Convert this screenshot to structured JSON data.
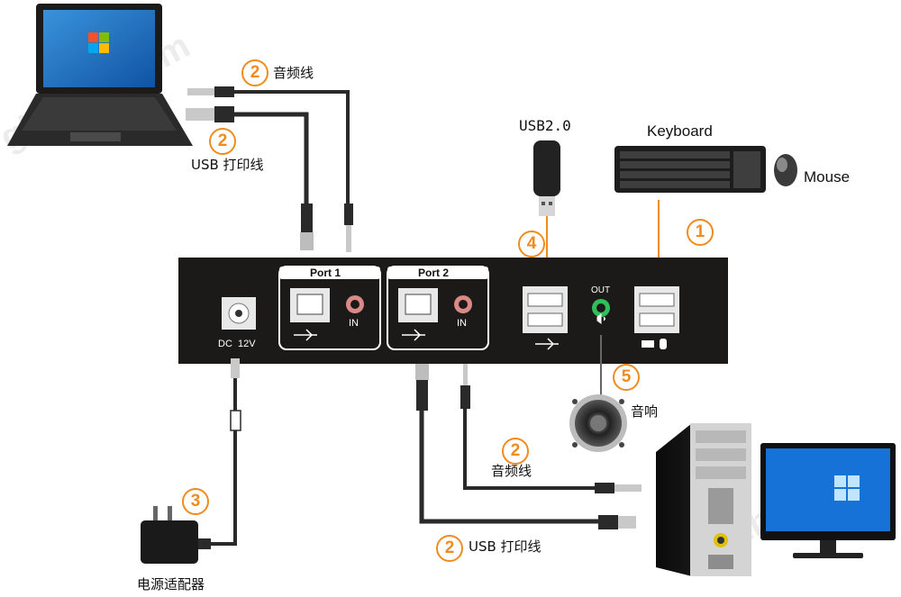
{
  "colors": {
    "accent": "#f08c1e",
    "device_body": "#1c1a19",
    "cable": "#2a2a2a",
    "port_frame": "#ffffff",
    "audio_jack_ring": "#d98a86",
    "out_jack_ring": "#2fbf5a"
  },
  "labels": {
    "audio_cable_top": "音频线",
    "usb_print_cable_top": "USB 打印线",
    "usb_flash": "USB2.0",
    "keyboard": "Keyboard",
    "mouse": "Mouse",
    "speaker": "音响",
    "audio_cable_bottom": "音频线",
    "usb_print_cable_bottom": "USB 打印线",
    "power_adapter": "电源适配器"
  },
  "markers": {
    "m1": "1",
    "m2": "2",
    "m3": "3",
    "m4": "4",
    "m5": "5"
  },
  "device": {
    "port1_title": "Port 1",
    "port2_title": "Port 2",
    "in_label_1": "IN",
    "in_label_2": "IN",
    "out_label": "OUT",
    "dc_label": "DC  12V"
  },
  "watermark": "gkzhan.com",
  "icons": {
    "laptop": "laptop-icon",
    "desktop": "desktop-pc-icon",
    "monitor": "monitor-icon",
    "keyboard": "keyboard-icon",
    "mouse": "mouse-icon",
    "usb_drive": "usb-drive-icon",
    "speaker": "speaker-icon",
    "adapter": "power-adapter-icon"
  }
}
